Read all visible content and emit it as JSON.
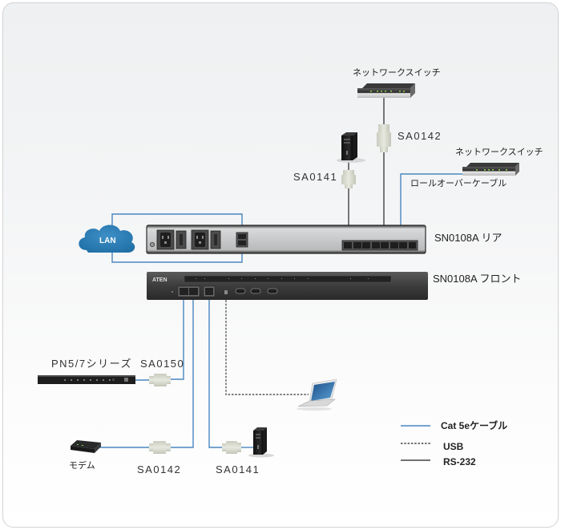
{
  "diagram": {
    "devices": {
      "network_switch_top": "ネットワークスイッチ",
      "network_switch_right": "ネットワークスイッチ",
      "rollover_cable": "ロールオーバーケーブル",
      "rear_unit": "SN0108A リア",
      "front_unit": "SN0108A フロント",
      "lan": "LAN",
      "pdu": "PN5/7シリーズ",
      "modem": "モデム",
      "front_brand": "ATEN"
    },
    "adapters": {
      "sa0142_top": "SA0142",
      "sa0141_top": "SA0141",
      "sa0150": "SA0150",
      "sa0142_bottom": "SA0142",
      "sa0141_bottom": "SA0141"
    },
    "legend": [
      {
        "label": "Cat 5eケーブル",
        "style": "solid",
        "color": "#4a86c0"
      },
      {
        "label": "USB",
        "style": "dashed",
        "color": "#444444"
      },
      {
        "label": "RS-232",
        "style": "solid",
        "color": "#444444"
      }
    ],
    "colors": {
      "cat5e": "#4a86c0",
      "rs232": "#333333",
      "usb": "#555555",
      "lan_cloud": "#2f7fb5"
    }
  }
}
